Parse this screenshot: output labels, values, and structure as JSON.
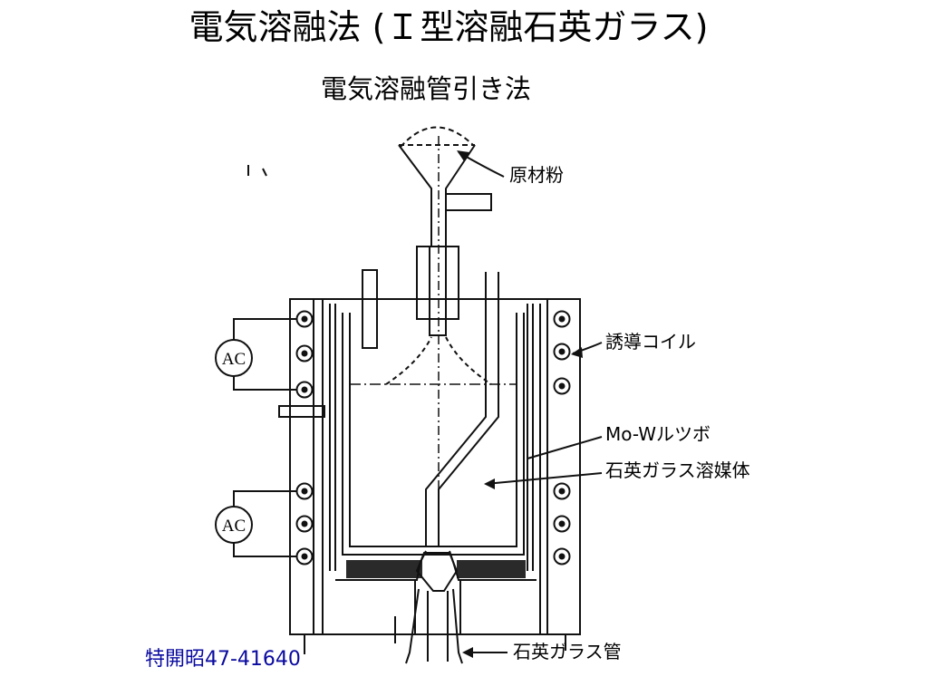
{
  "slide": {
    "title": "電気溶融法 (Ｉ型溶融石英ガラス)",
    "subtitle": "電気溶融管引き法",
    "patent": "特開昭47-41640"
  },
  "diagram": {
    "labels": {
      "raw_powder": "原材粉",
      "induction_coil": "誘導コイル",
      "crucible": "Mo-Wルツボ",
      "glass_melt": "石英ガラス溶媒体",
      "glass_tube": "石英ガラス管"
    },
    "power_sources": [
      "AC",
      "AC"
    ],
    "line_color": "#111111"
  }
}
